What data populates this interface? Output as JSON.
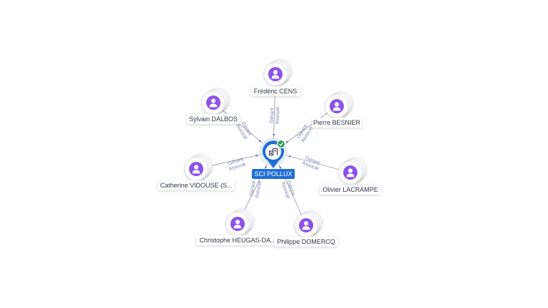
{
  "colors": {
    "center_blue": "#1f6fd6",
    "person_purple": "#8d53e8",
    "edge_gray": "#9aa0a8",
    "edge_label": "#7a7fb0",
    "check_green": "#2e9b4f"
  },
  "center": {
    "label": "SCI POLLUX",
    "icon": "building-icon",
    "badge_icon": "check-icon"
  },
  "people": [
    {
      "id": "frederic-cens",
      "name": "Frédéric CENS",
      "roles": [
        "Gérant",
        "Associé"
      ]
    },
    {
      "id": "sylvain-dalbos",
      "name": "Sylvain DALBOS",
      "roles": [
        "Gérant",
        "Associé"
      ]
    },
    {
      "id": "pierre-besnier",
      "name": "Pierre BESNIER",
      "roles": [
        "Gérant",
        "Associé"
      ]
    },
    {
      "id": "catherine-vidouse",
      "name": "Catherine VIDOUSE (S...",
      "roles": [
        "Gérant",
        "Associé"
      ]
    },
    {
      "id": "olivier-lacrampe",
      "name": "Olivier LACRAMPE",
      "roles": [
        "Gérant",
        "Associé"
      ]
    },
    {
      "id": "christophe-heugas",
      "name": "Christophe HEUGAS-DA...",
      "roles": [
        "Gérant",
        "Associé"
      ]
    },
    {
      "id": "philippe-domercq",
      "name": "Philippe DOMERCQ",
      "roles": [
        "Gérant",
        "Associé"
      ]
    }
  ]
}
